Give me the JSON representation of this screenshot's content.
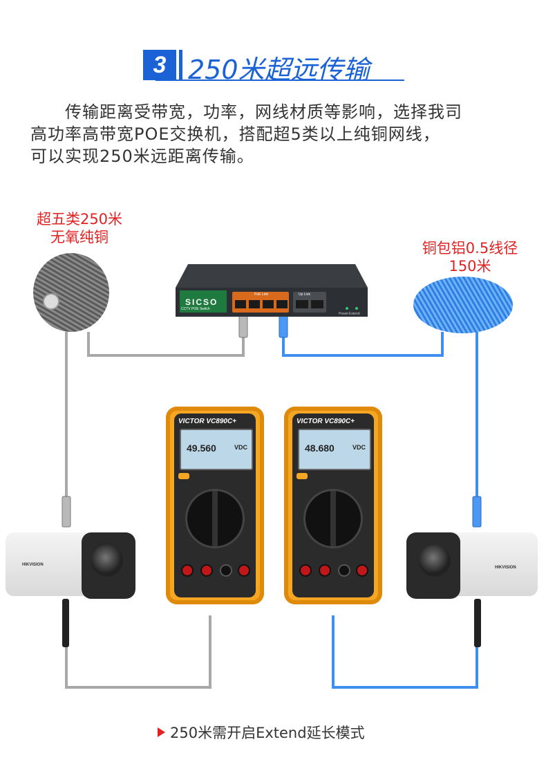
{
  "header": {
    "number": "3",
    "title": "250米超远传输"
  },
  "intro": {
    "lines": [
      "　　传输距离受带宽，功率，网线材质等影响，选择我司",
      "高功率高带宽POE交换机，搭配超5类以上纯铜网线，",
      "可以实现250米远距离传输。"
    ]
  },
  "left_cable": {
    "label_line1": "超五类250米",
    "label_line2": "无氧纯铜"
  },
  "right_cable": {
    "label_line1": "铜包铝0.5线径",
    "label_line2": "150米"
  },
  "switch": {
    "brand": "SICSO",
    "subtitle": "CCTV POE Switch",
    "poe_link": "PoE Link",
    "up_link": "Up Link",
    "extend": "Extend",
    "power": "Power"
  },
  "multimeters": [
    {
      "brand": "VICTOR VC890C+",
      "reading": "49.560",
      "unit": "VDC"
    },
    {
      "brand": "VICTOR VC890C+",
      "reading": "48.680",
      "unit": "VDC"
    }
  ],
  "cameras": {
    "left_brand": "HIKVISION",
    "right_brand": "HIKVISION"
  },
  "colors": {
    "accent": "#1a62d6",
    "red_label": "#e02222",
    "gray_cable": "#a8a8a8",
    "blue_cable": "#3f8ff0",
    "multimeter": "#f5a623"
  },
  "footer": {
    "text": "250米需开启Extend延长模式"
  }
}
